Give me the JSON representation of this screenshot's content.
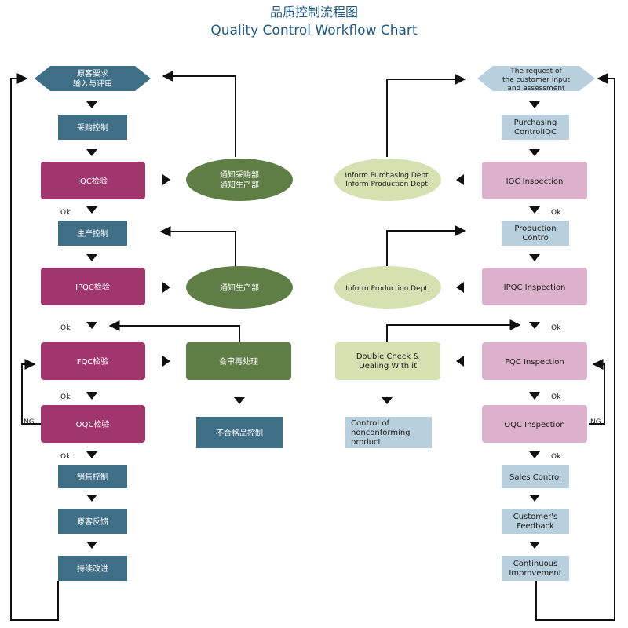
{
  "title": {
    "cn": "品质控制流程图",
    "en": "Quality Control Workflow Chart"
  },
  "colors": {
    "teal": "#3f6e87",
    "purple": "#a1366f",
    "green": "#5f7e46",
    "light_blue": "#b8cfde",
    "pink": "#dcb1cc",
    "light_green": "#d6e0b0",
    "line": "#111111"
  },
  "left": {
    "start": [
      "原客要求",
      "输入与评审"
    ],
    "purchasing": "采购控制",
    "iqc": "IQC检验",
    "notify_purchase": [
      "通知采购部",
      "通知生产部"
    ],
    "production": "生产控制",
    "ipqc": "IPQC检验",
    "notify_production": "通知生产部",
    "fqc": "FQC检验",
    "review": "会审再处理",
    "nonconforming": "不合格品控制",
    "oqc": "OQC检验",
    "sales": "销售控制",
    "feedback": "原客反馈",
    "improvement": "持续改进"
  },
  "right": {
    "start": [
      "The request of",
      "the customer input",
      "and assessment"
    ],
    "purchasing": [
      "Purchasing",
      "ControlIQC"
    ],
    "iqc": "IQC Inspection",
    "notify_purchase": [
      "Inform Purchasing Dept.",
      "Inform Production Dept."
    ],
    "production": [
      "Production",
      "Contro"
    ],
    "ipqc": "IPQC Inspection",
    "notify_production": "Inform Production Dept.",
    "fqc": "FQC Inspection",
    "double_check": [
      "Double Check &",
      "Dealing With it"
    ],
    "nonconforming": [
      "Control of",
      "nonconforming",
      "product"
    ],
    "oqc": "OQC Inspection",
    "sales": "Sales Control",
    "feedback": [
      "Customer's",
      "Feedback"
    ],
    "improvement": [
      "Continuous",
      "Improvement"
    ]
  },
  "labels": {
    "ok": "Ok",
    "ng": "NG"
  }
}
